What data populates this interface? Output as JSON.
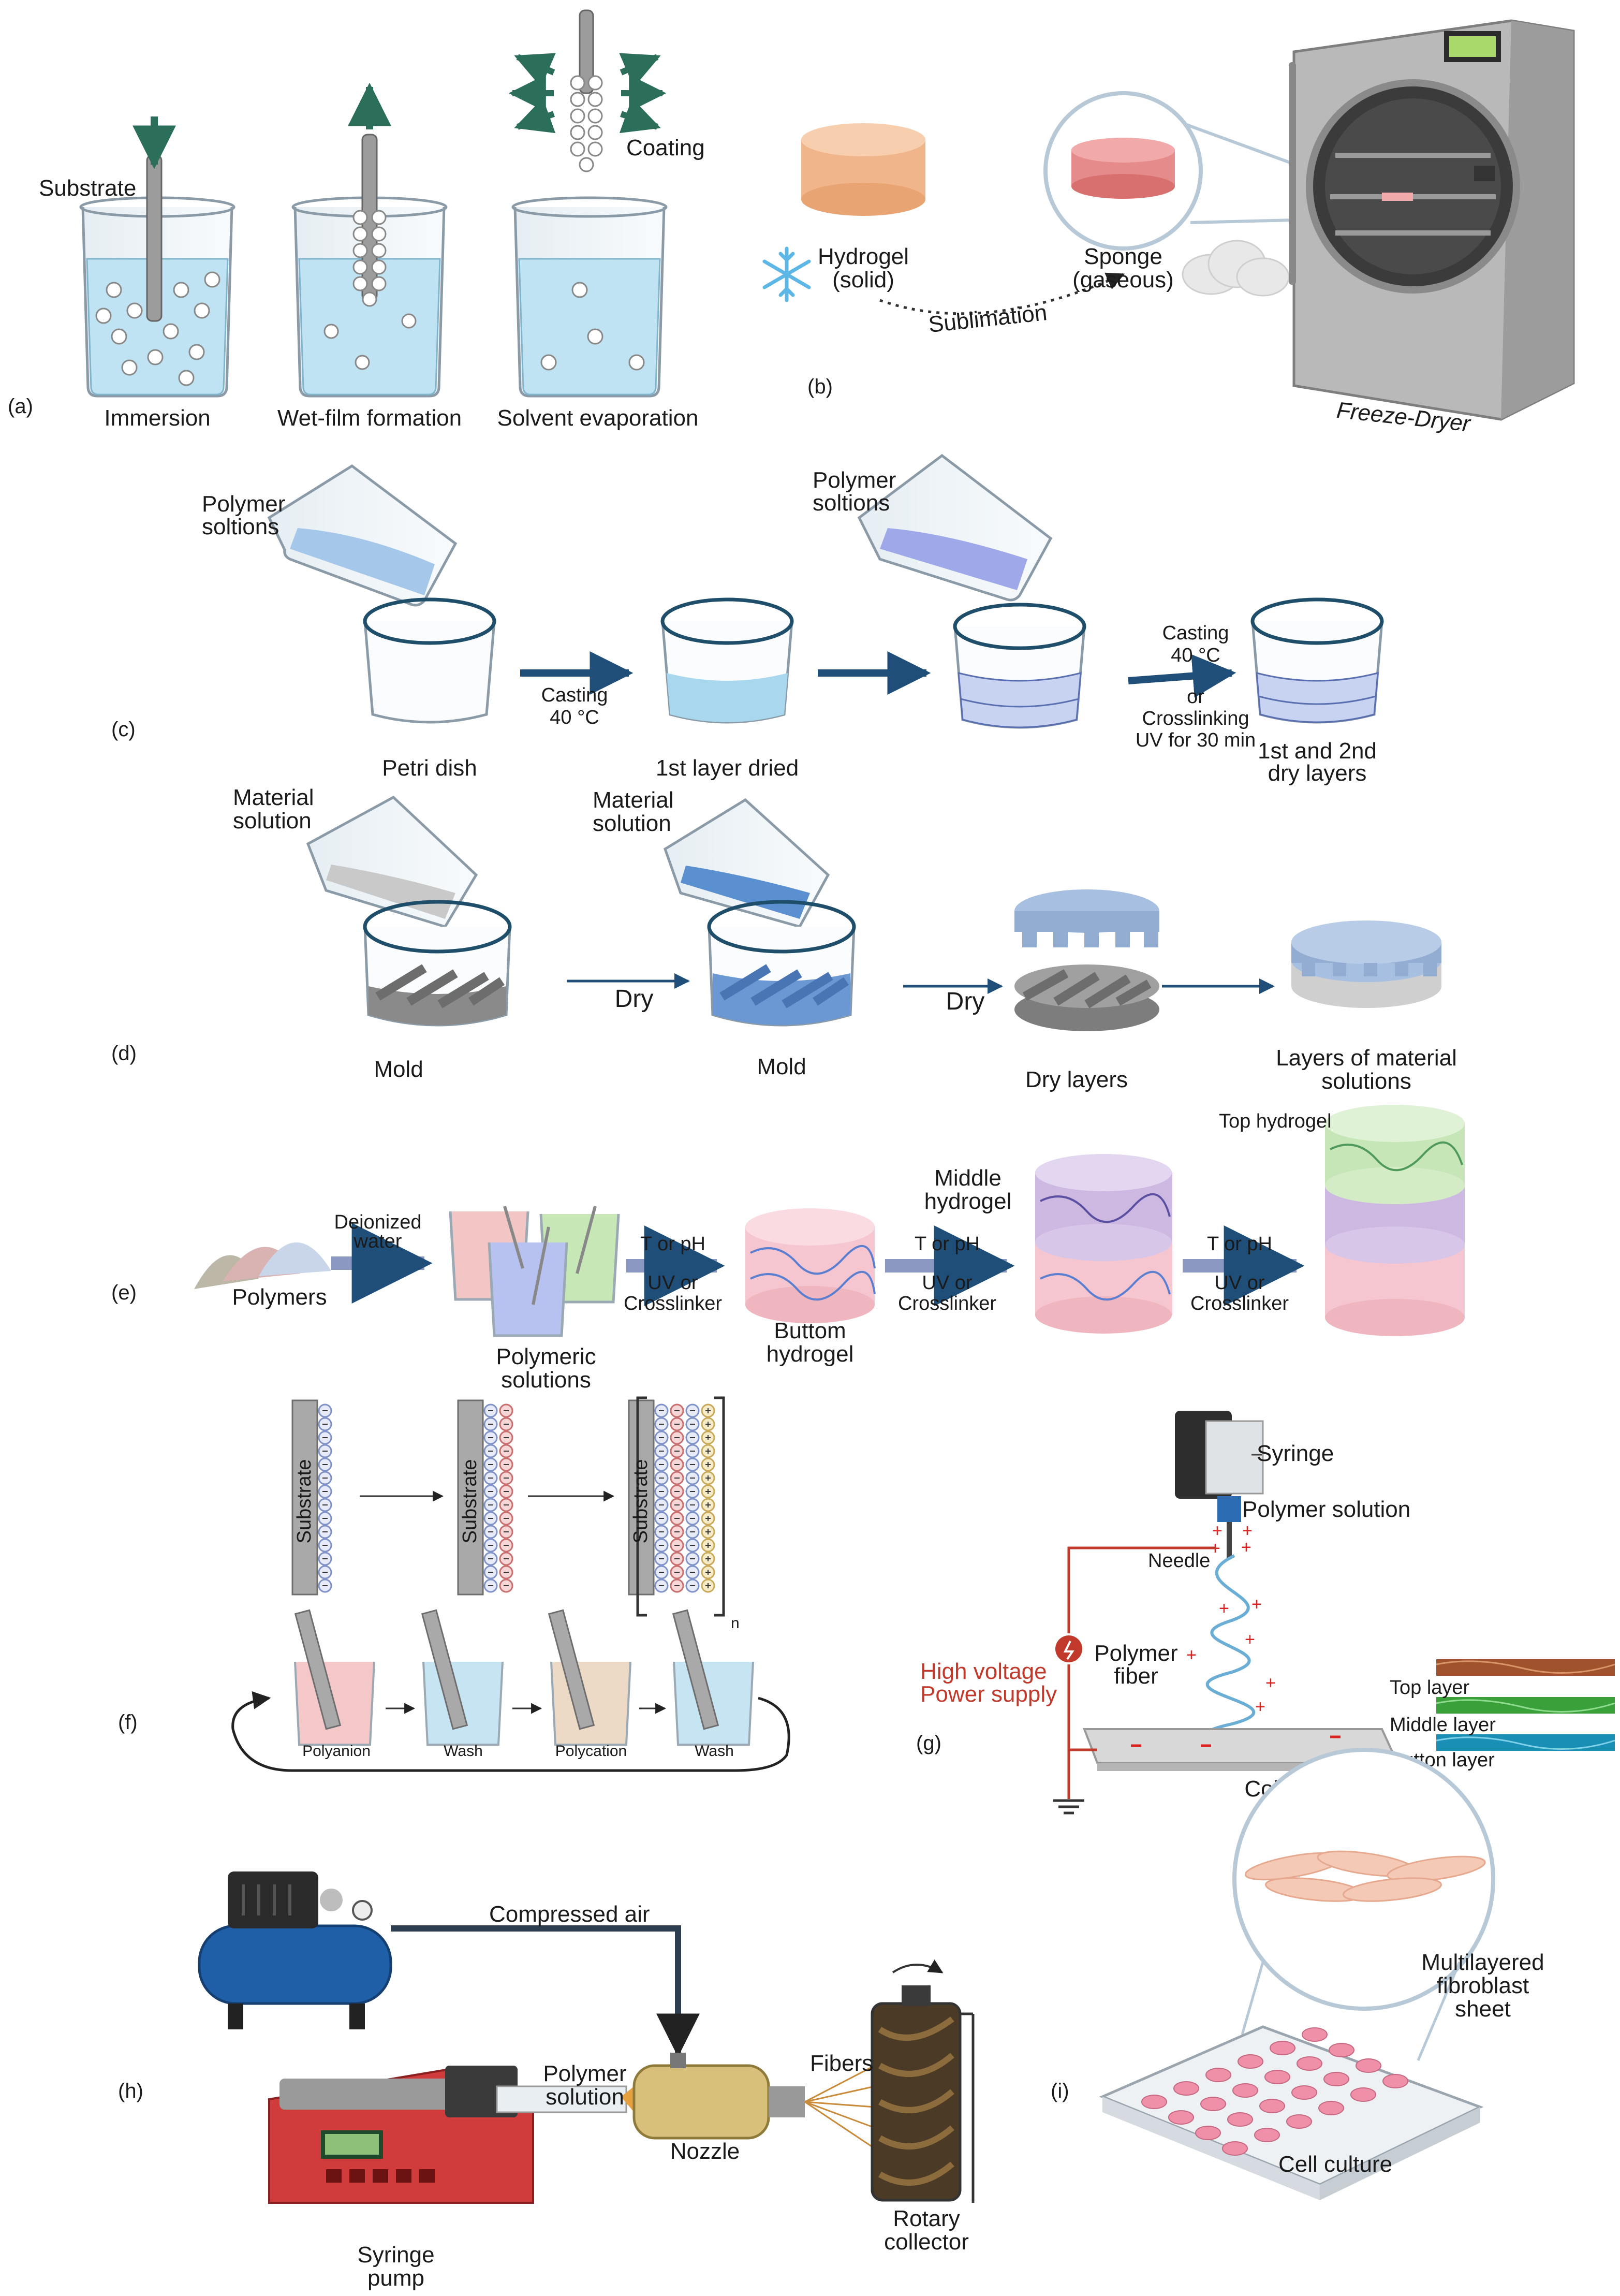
{
  "panels": {
    "a": {
      "letter": "(a)",
      "substrate": "Substrate",
      "coating": "Coating",
      "steps": [
        "Immersion",
        "Wet-film formation",
        "Solvent evaporation"
      ]
    },
    "b": {
      "letter": "(b)",
      "hydrogel": [
        "Hydrogel",
        "(solid)"
      ],
      "sponge": [
        "Sponge",
        "(gaseous)"
      ],
      "sublimation": "Sublimation",
      "device": "Freeze-Dryer"
    },
    "c": {
      "letter": "(c)",
      "polymer1": [
        "Polymer",
        "soltions"
      ],
      "polymer2": [
        "Polymer",
        "soltions"
      ],
      "casting1": [
        "Casting",
        "40 °C"
      ],
      "casting2": [
        "Casting",
        "40 °C",
        "or",
        "Crosslinking",
        "UV for 30 min"
      ],
      "petri": "Petri dish",
      "layer1": "1st layer dried",
      "layer2": [
        "1st and 2nd",
        "dry layers"
      ]
    },
    "d": {
      "letter": "(d)",
      "material1": [
        "Material",
        "solution"
      ],
      "material2": [
        "Material",
        "solution"
      ],
      "dry1": "Dry",
      "dry2": "Dry",
      "mold1": "Mold",
      "mold2": "Mold",
      "dry_layers": "Dry layers",
      "result": [
        "Layers of material",
        "solutions"
      ]
    },
    "e": {
      "letter": "(e)",
      "polymers": "Polymers",
      "water": [
        "Deionized",
        "water"
      ],
      "solutions": [
        "Polymeric",
        "solutions"
      ],
      "cond": [
        "T or pH",
        "UV or",
        "Crosslinker"
      ],
      "bottom": [
        "Buttom",
        "hydrogel"
      ],
      "middle": [
        "Middle",
        "hydrogel"
      ],
      "top": "Top hydrogel"
    },
    "f": {
      "letter": "(f)",
      "substrate": "Substrate",
      "n": "n",
      "steps": [
        "Polyanion",
        "Wash",
        "Polycation",
        "Wash"
      ]
    },
    "g": {
      "letter": "(g)",
      "syringe": "Syringe",
      "solution": "Polymer solution",
      "needle": "Needle",
      "fiber": [
        "Polymer",
        "fiber"
      ],
      "hv": [
        "High voltage",
        "Power supply"
      ],
      "collector": "Collector plate",
      "layers": [
        "Top layer",
        "Middle layer",
        "Button layer"
      ]
    },
    "h": {
      "letter": "(h)",
      "air": "Compressed air",
      "solution": [
        "Polymer",
        "solution"
      ],
      "nozzle": "Nozzle",
      "fibers": "Fibers",
      "rotary": [
        "Rotary",
        "collector"
      ],
      "pump": [
        "Syringe",
        "pump"
      ]
    },
    "i": {
      "letter": "(i)",
      "sheet": [
        "Multilayered",
        "fibroblast",
        "sheet"
      ],
      "culture": "Cell culture"
    }
  },
  "colors": {
    "arrow_dark": "#1f4e79",
    "arrow_green": "#2b6e5a",
    "liquid": "#bfe3f2",
    "hv_red": "#c0392b",
    "layer_top": "#a0522d",
    "layer_mid": "#3aa13a",
    "layer_bot": "#1a8fb5"
  }
}
